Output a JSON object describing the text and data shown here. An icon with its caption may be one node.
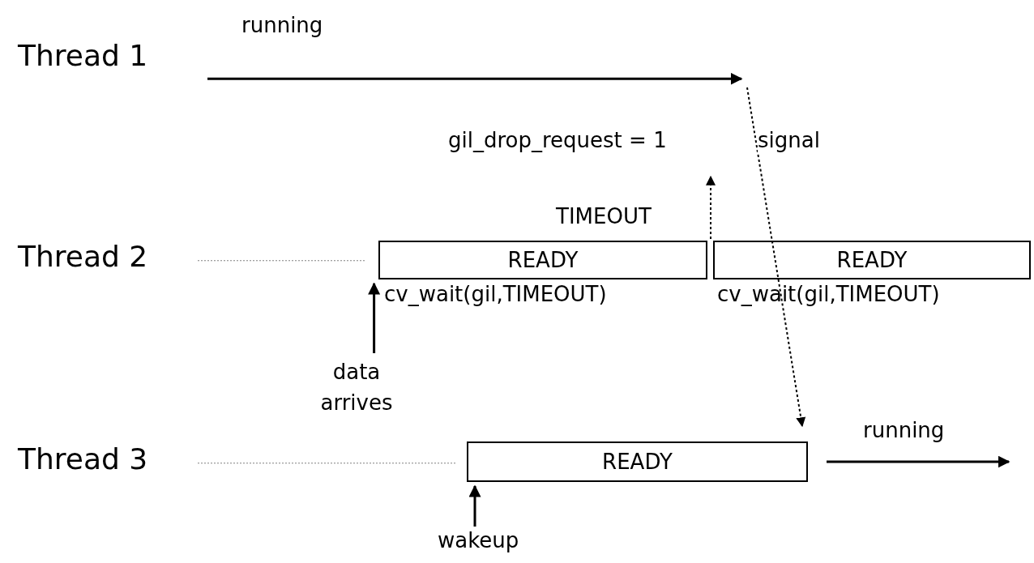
{
  "diagram": {
    "nodes": [
      {
        "text": [
          "Thread 1"
        ]
      },
      {
        "text": [
          "Thread 2"
        ]
      },
      {
        "text": [
          "Thread 3"
        ]
      },
      {
        "text": [
          "READY"
        ],
        "beside": [
          "cv_wait(gil,TIMEOUT)"
        ]
      },
      {
        "text": [
          "READY"
        ],
        "beside": [
          "cv_wait(gil,TIMEOUT)"
        ]
      },
      {
        "text": [
          "READY"
        ]
      },
      {
        "text": [
          "gil_drop_request = 1"
        ]
      },
      {
        "text": [
          "data arrives"
        ]
      },
      {
        "text": [
          "wakeup"
        ]
      }
    ],
    "edges": [
      {
        "from": 0,
        "to": null,
        "arrow": "to",
        "label": "running"
      },
      {
        "from": null,
        "to": 5,
        "arrow": "to",
        "style": "dashed",
        "label": "signal"
      },
      {
        "from": 3,
        "to": 6,
        "arrow": "to",
        "style": "dashed",
        "label": "TIMEOUT"
      },
      {
        "from": 1,
        "to": 3,
        "arrow": "none",
        "style": "dashed",
        "color": "#808080"
      },
      {
        "from": 7,
        "to": 3,
        "arrow": "to"
      },
      {
        "from": 2,
        "to": 5,
        "arrow": "none",
        "style": "dashed",
        "color": "#808080"
      },
      {
        "from": 8,
        "to": 5,
        "arrow": "to"
      },
      {
        "from": 5,
        "to": null,
        "arrow": "to",
        "label": "running"
      }
    ]
  }
}
